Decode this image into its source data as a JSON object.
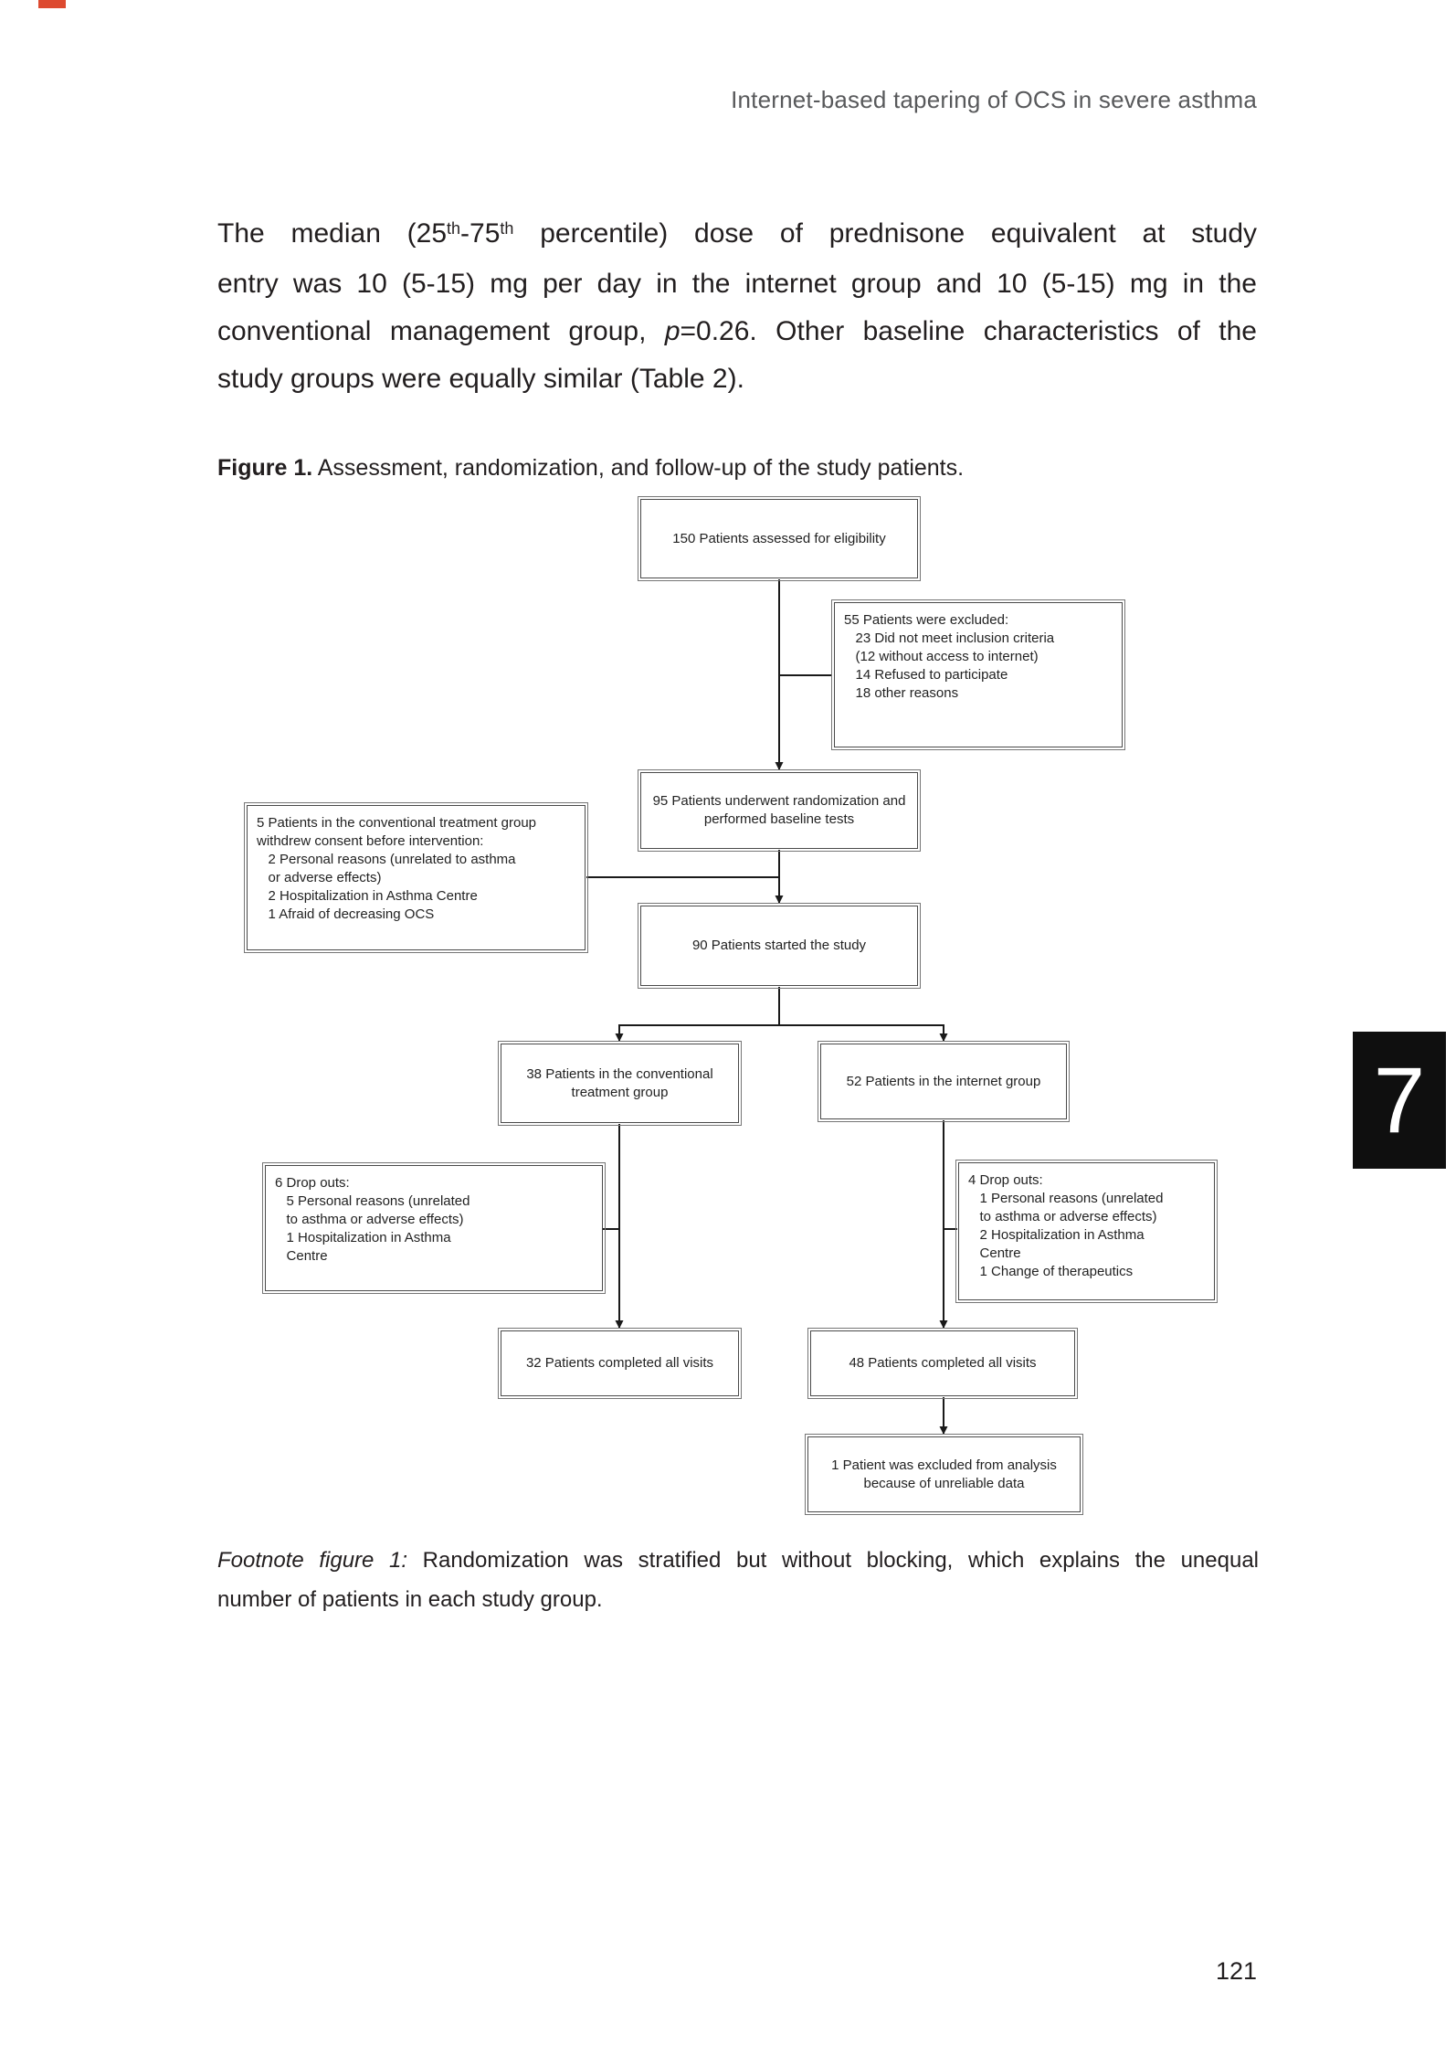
{
  "page": {
    "header": "Internet-based tapering of OCS in severe asthma",
    "page_number": "121",
    "chapter_tab": "7"
  },
  "paragraph": {
    "l1a": "The median (25",
    "l1sup1": "th",
    "l1b": "-75",
    "l1sup2": "th",
    "l1c": " percentile) dose of prednisone equivalent at study",
    "l2": "entry was 10 (5-15) mg per day in the internet group and 10 (5-15) mg in the",
    "l3a": "conventional management group, ",
    "l3italic": "p",
    "l3b": "=0.26. Other baseline characteristics of the",
    "l4": "study groups were equally similar (Table 2)."
  },
  "figure": {
    "caption_label": "Figure 1.",
    "caption_text": " Assessment, randomization, and follow-up of the study patients."
  },
  "flowchart": {
    "boxes": {
      "eligibility": "150 Patients assessed for eligibility",
      "excluded": "55 Patients were excluded:\n   23 Did not meet inclusion criteria\n   (12 without access to internet)\n   14 Refused to participate\n   18 other reasons",
      "randomization": "95 Patients underwent randomization and\nperformed baseline tests",
      "withdrew": "5 Patients in the conventional treatment group\nwithdrew consent before intervention:\n   2 Personal reasons (unrelated to asthma\n   or adverse effects)\n   2 Hospitalization in Asthma Centre\n   1 Afraid of decreasing OCS",
      "started": "90 Patients started the study",
      "conventional": "38 Patients in the conventional\ntreatment group",
      "internet": "52 Patients in the internet group",
      "dropouts_conventional": "6 Drop outs:\n   5 Personal reasons (unrelated\n   to asthma or adverse effects)\n   1 Hospitalization in Asthma\n   Centre",
      "dropouts_internet": "4 Drop outs:\n   1 Personal reasons (unrelated\n   to asthma or adverse effects)\n   2 Hospitalization in Asthma\n   Centre\n   1 Change of therapeutics",
      "completed_conventional": "32 Patients completed all visits",
      "completed_internet": "48 Patients completed all visits",
      "excluded_analysis": "1 Patient was excluded from analysis\nbecause of unreliable data"
    }
  },
  "footnote": {
    "line1_label": "Footnote figure 1:",
    "line1_text": " Randomization was stratified but without blocking, which explains the unequal",
    "line2": "number of patients in each study group."
  }
}
